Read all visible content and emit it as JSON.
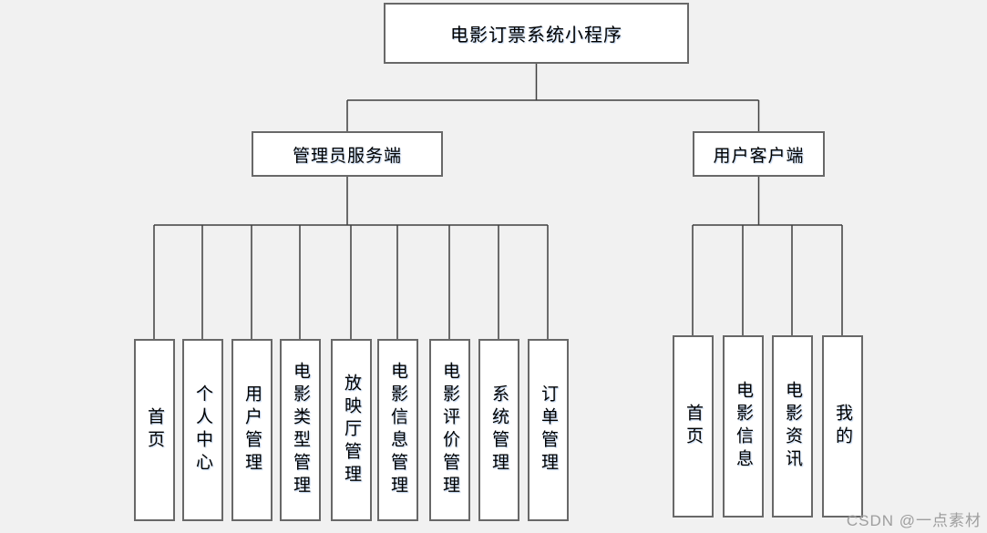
{
  "diagram": {
    "root": "电影订票系统小程序",
    "branches": [
      {
        "label": "管理员服务端",
        "children": [
          "首页",
          "个人中心",
          "用户管理",
          "电影类型管理",
          "放映厅管理",
          "电影信息管理",
          "电影评价管理",
          "系统管理",
          "订单管理"
        ]
      },
      {
        "label": "用户客户端",
        "children": [
          "首页",
          "电影信息",
          "电影资讯",
          "我的"
        ]
      }
    ]
  },
  "watermark": {
    "text": "CSDN @一点素材"
  },
  "colors": {
    "background": "#f1f1f1",
    "node_fill": "#ffffff",
    "node_border": "#686868",
    "connector": "#3f3f3f",
    "text": "#000000",
    "watermark": "#9e9e9e"
  }
}
